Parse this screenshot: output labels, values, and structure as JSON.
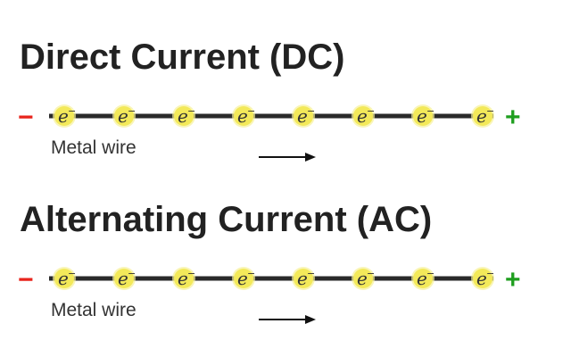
{
  "panels": [
    {
      "title": "Direct Current (DC)",
      "negative_sign": "−",
      "positive_sign": "+",
      "wire_label": "Metal wire",
      "electron_symbol": "e",
      "electron_charge": "−",
      "electron_count": 8
    },
    {
      "title": "Alternating Current (AC)",
      "negative_sign": "−",
      "positive_sign": "+",
      "wire_label": "Metal wire",
      "electron_symbol": "e",
      "electron_charge": "−",
      "electron_count": 8
    }
  ],
  "colors": {
    "negative": "#e8241c",
    "positive": "#1e9e1e",
    "wire": "#2a2a2a",
    "electron": "#f3e95a",
    "electron_glow": "#f7f19a",
    "title": "#222222"
  },
  "icons": {
    "arrow": "right-arrow-icon",
    "electron": "electron-icon"
  }
}
